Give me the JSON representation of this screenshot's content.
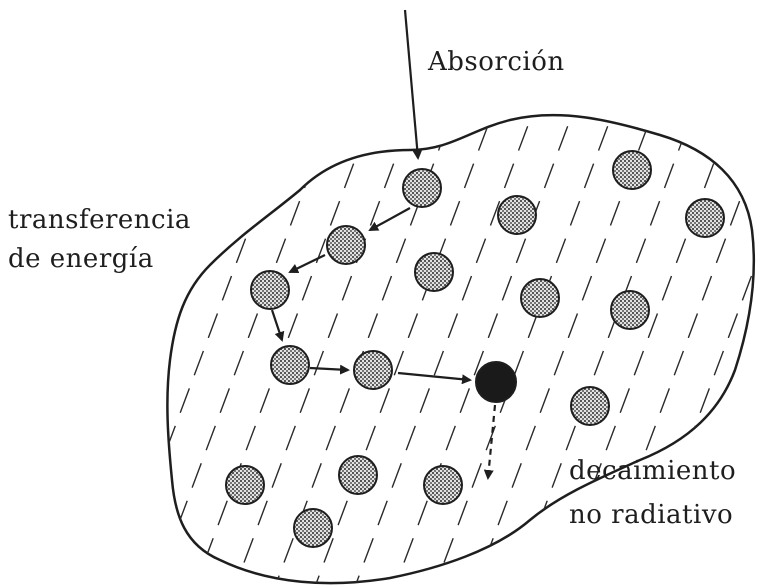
{
  "labels": {
    "absorption": "Absorción",
    "energy_transfer_line1": "transferencia",
    "energy_transfer_line2": "de energía",
    "nonradiative_decay_line1": "decaimiento",
    "nonradiative_decay_line2": "no radiativo"
  },
  "colors": {
    "ink": "#1e1e1e",
    "background": "#ffffff",
    "particle_fill": "#bdbdbd",
    "quencher_fill": "#1a1a1a"
  }
}
